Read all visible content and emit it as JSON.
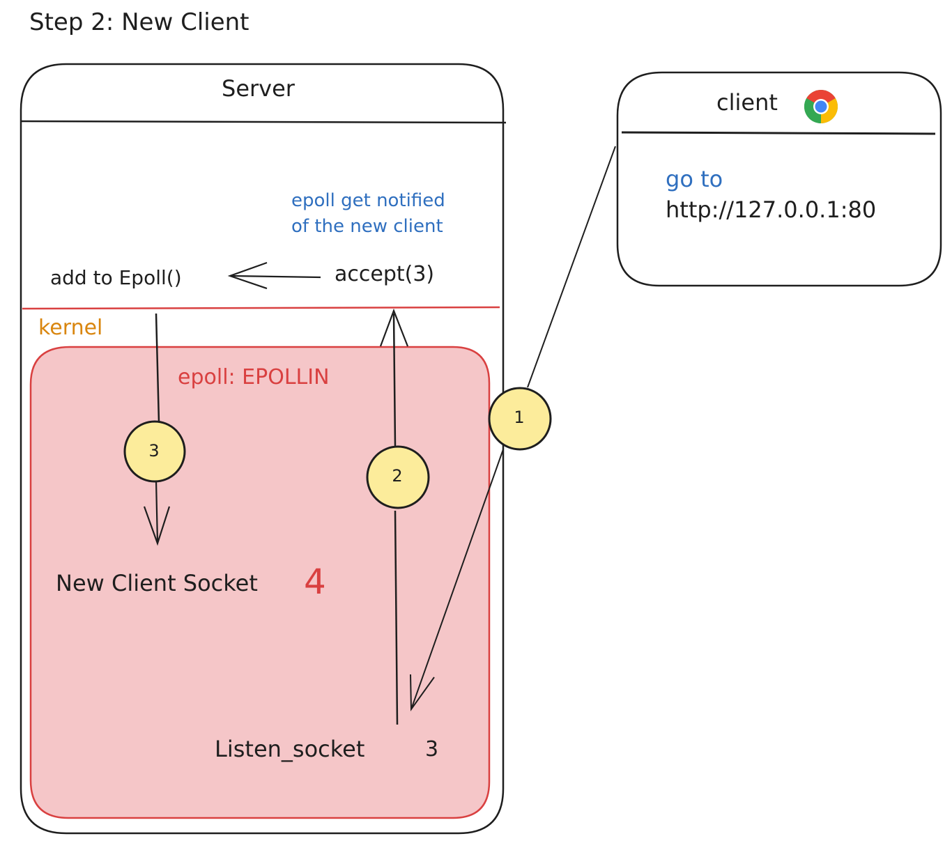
{
  "title": "Step 2: New Client",
  "server": {
    "title": "Server"
  },
  "client": {
    "title": "client",
    "browser_icon": "chrome-icon",
    "goto_label": "go to",
    "url": "http://127.0.0.1:80"
  },
  "user_space": {
    "notification": "epoll get notified\nof the new client",
    "add_epoll": "add to Epoll()",
    "accept": "accept(3)"
  },
  "kernel": {
    "label": "kernel",
    "epoll_event": "epoll: EPOLLIN",
    "new_client_socket": "New Client Socket",
    "new_client_fd": "4",
    "listen_socket": "Listen_socket",
    "listen_fd": "3"
  },
  "steps": [
    "1",
    "2",
    "3"
  ],
  "colors": {
    "ink": "#1e1e1e",
    "kernel_fill": "#f5c6c8",
    "kernel_stroke": "#d94040",
    "kernel_label": "#d9860f",
    "annotation_blue": "#2f6fbf",
    "badge_fill": "#fcec9b"
  }
}
